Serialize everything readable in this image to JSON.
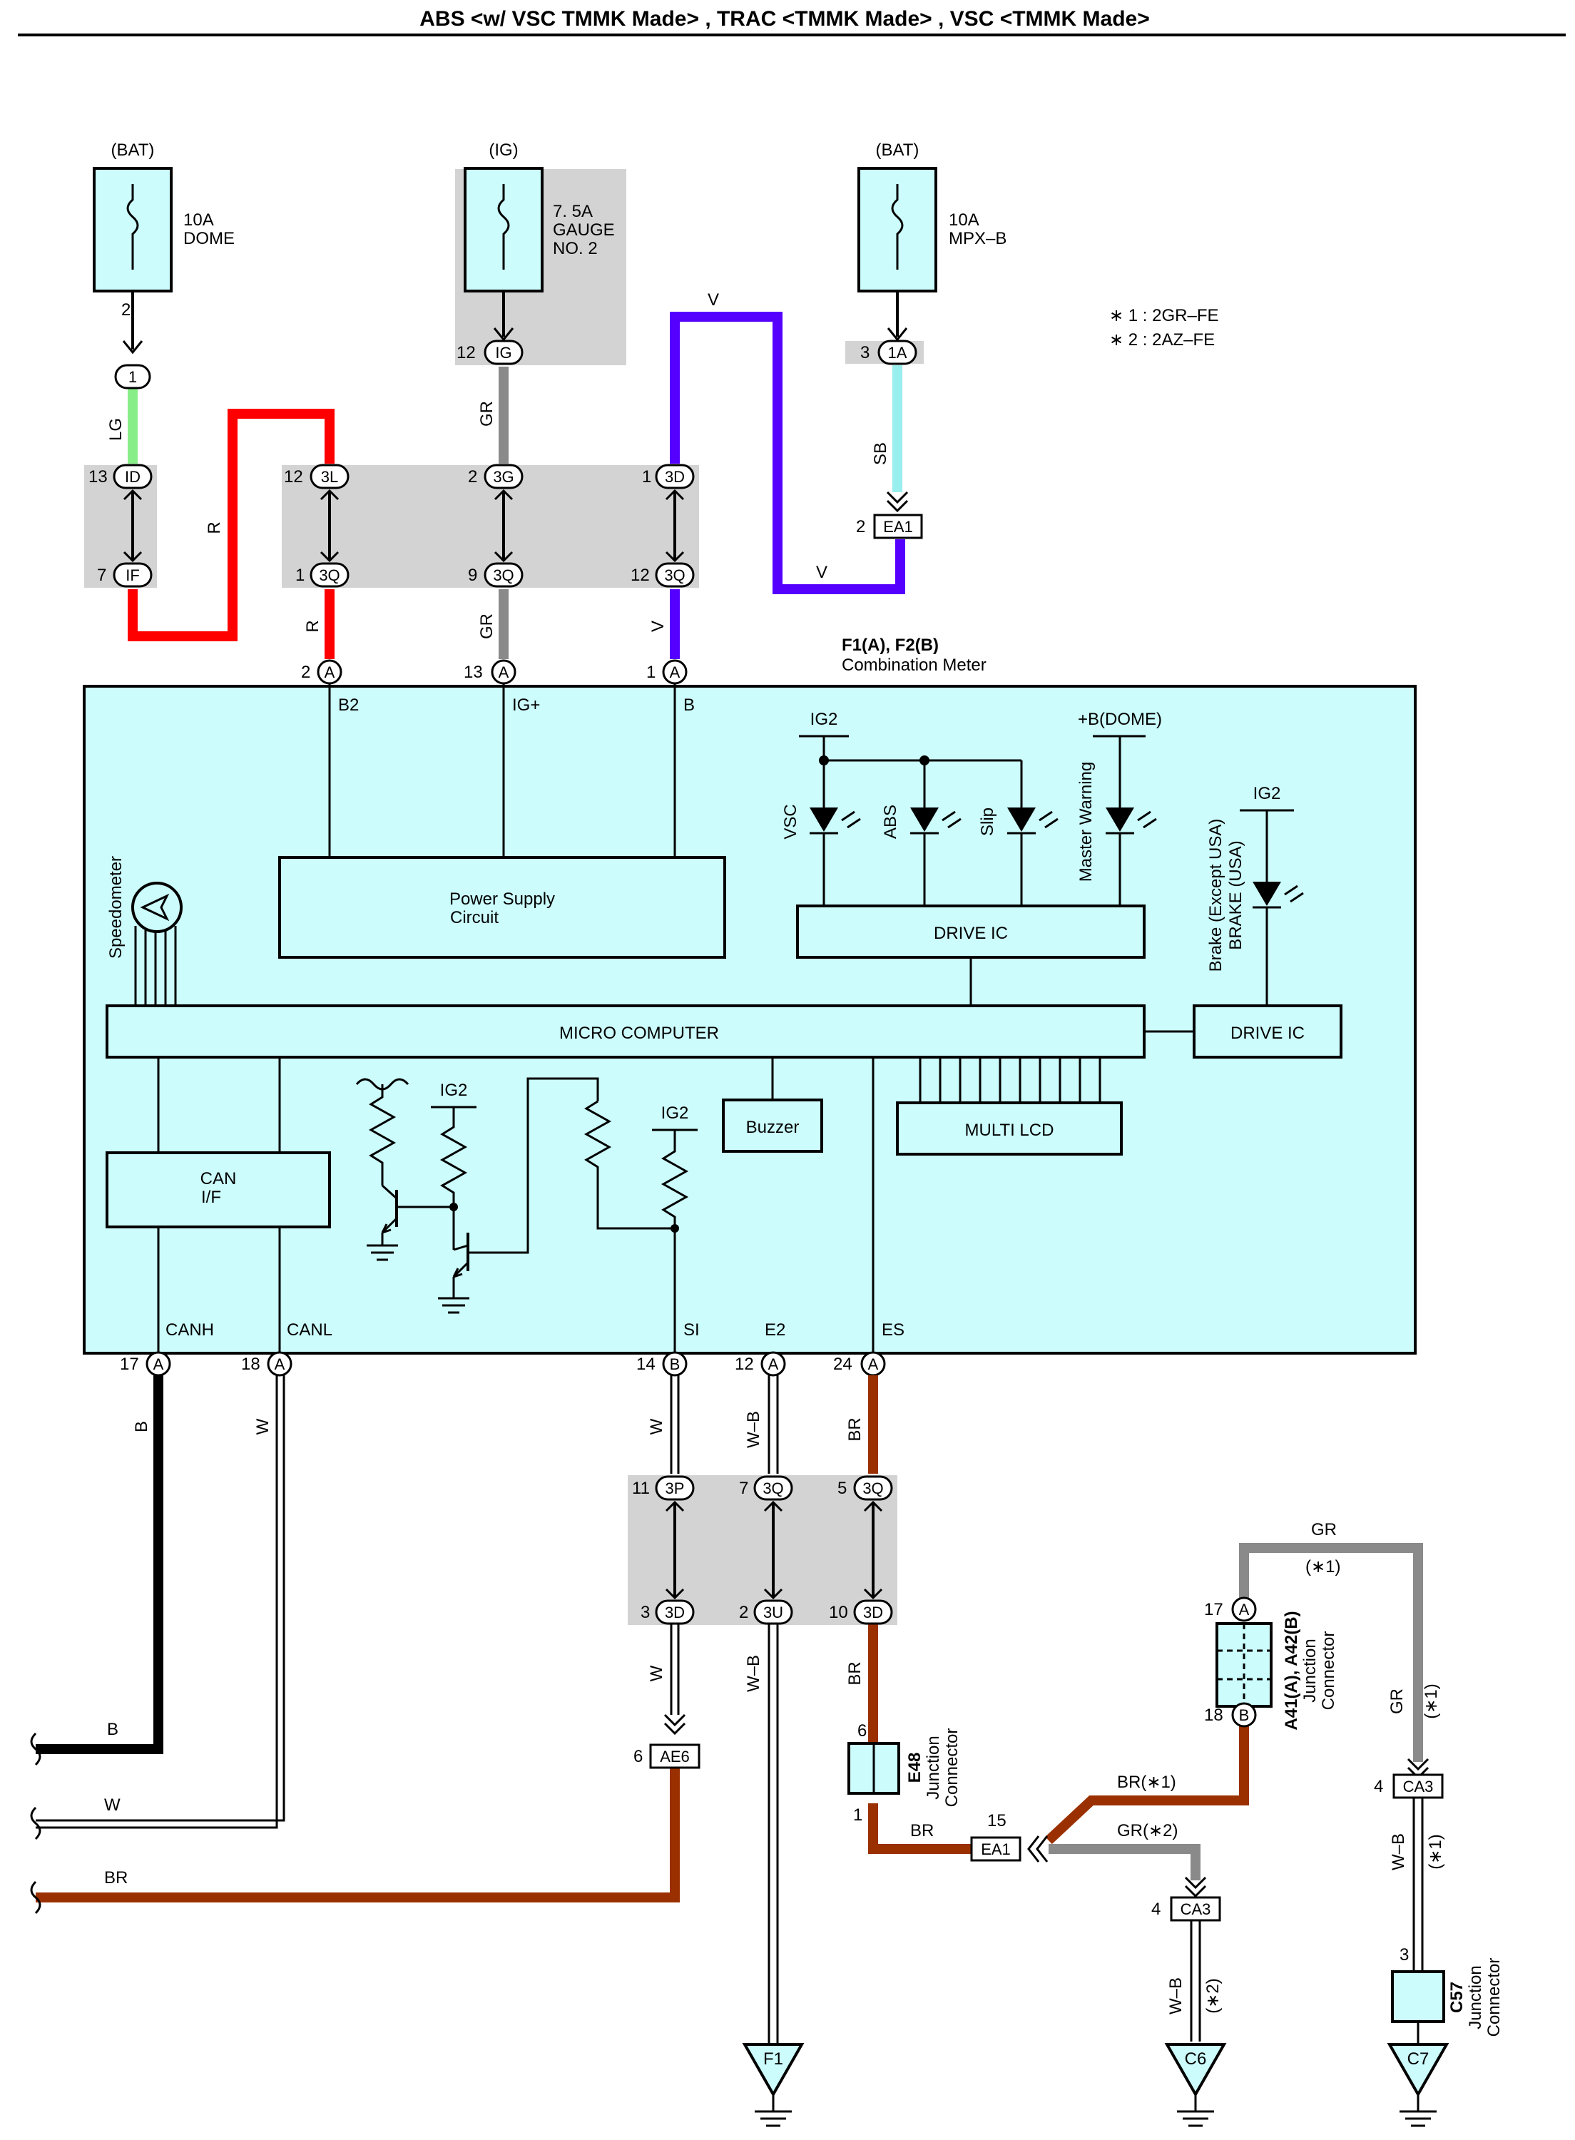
{
  "title": "ABS <w/ VSC TMMK Made> , TRAC <TMMK Made> , VSC <TMMK Made>",
  "notes": [
    "∗ 1 : 2GR–FE",
    "∗ 2 : 2AZ–FE"
  ],
  "fuses": [
    {
      "source": "(BAT)",
      "rating": "10A",
      "name1": "DOME",
      "name2": ""
    },
    {
      "source": "(IG)",
      "rating": "7. 5A",
      "name1": "GAUGE",
      "name2": "NO. 2"
    },
    {
      "source": "(BAT)",
      "rating": "10A",
      "name1": "MPX–B",
      "name2": ""
    }
  ],
  "meter": {
    "id": "F1(A), F2(B)",
    "name": "Combination Meter",
    "top_pins": [
      "B2",
      "IG+",
      "B"
    ],
    "bottom_pins": [
      "CANH",
      "CANL",
      "SI",
      "E2",
      "ES"
    ],
    "power_supply": [
      "Power Supply",
      "Circuit"
    ],
    "micro_computer": "MICRO COMPUTER",
    "drive_ic": "DRIVE IC",
    "drive_ic2": "DRIVE IC",
    "can_if": [
      "CAN",
      "I/F"
    ],
    "buzzer": "Buzzer",
    "multi_lcd": "MULTI LCD",
    "speedometer": "Speedometer",
    "lamps": [
      "VSC",
      "ABS",
      "Slip",
      "Master Warning"
    ],
    "brake_lamp": [
      "Brake (Except USA)",
      "BRAKE (USA)"
    ],
    "ig2": "IG2",
    "bdome": "+B(DOME)"
  },
  "pins": {
    "p2": "2",
    "p1": "1",
    "p13": "13",
    "p7": "7",
    "p12": "12",
    "p3": "3",
    "p9": "9",
    "p17": "17",
    "p18": "18",
    "p14": "14",
    "p24": "24",
    "p11": "11",
    "p5": "5",
    "p10": "10",
    "p6": "6",
    "p15": "15",
    "p4": "4",
    "A": "A",
    "B": "B",
    "c1": "1",
    "cIG": "IG",
    "c1A": "1A",
    "cID": "ID",
    "cIF": "IF",
    "c3L": "3L",
    "c3Q": "3Q",
    "c3G": "3G",
    "c3D": "3D",
    "c3P": "3P",
    "c3U": "3U",
    "EA1": "EA1",
    "AE6": "AE6",
    "CA3": "CA3"
  },
  "wires": {
    "LG": "LG",
    "R": "R",
    "GR": "GR",
    "V": "V",
    "SB": "SB",
    "B": "B",
    "W": "W",
    "WB": "W–B",
    "BR": "BR",
    "BR1": "BR(∗1)",
    "GR2": "GR(∗2)",
    "GR1": "(∗1)",
    "WB2": "(∗2)",
    "GR1b": "(∗1)",
    "WB1": "(∗1)"
  },
  "junctions": {
    "E48": {
      "id": "E48",
      "name": [
        "Junction",
        "Connector"
      ]
    },
    "A41": {
      "id": "A41(A), A42(B)",
      "name": [
        "Junction",
        "Connector"
      ]
    },
    "C57": {
      "id": "C57",
      "name": [
        "Junction",
        "Connector"
      ]
    }
  },
  "grounds": [
    "F1",
    "C6",
    "C7"
  ],
  "colors": {
    "red": "#ff0000",
    "violet": "#5500ff",
    "green": "#88ee88",
    "skyblue": "#99eeee",
    "grey": "#8a8a8a",
    "brown": "#9a3000",
    "meter": "#ccfcfc"
  }
}
